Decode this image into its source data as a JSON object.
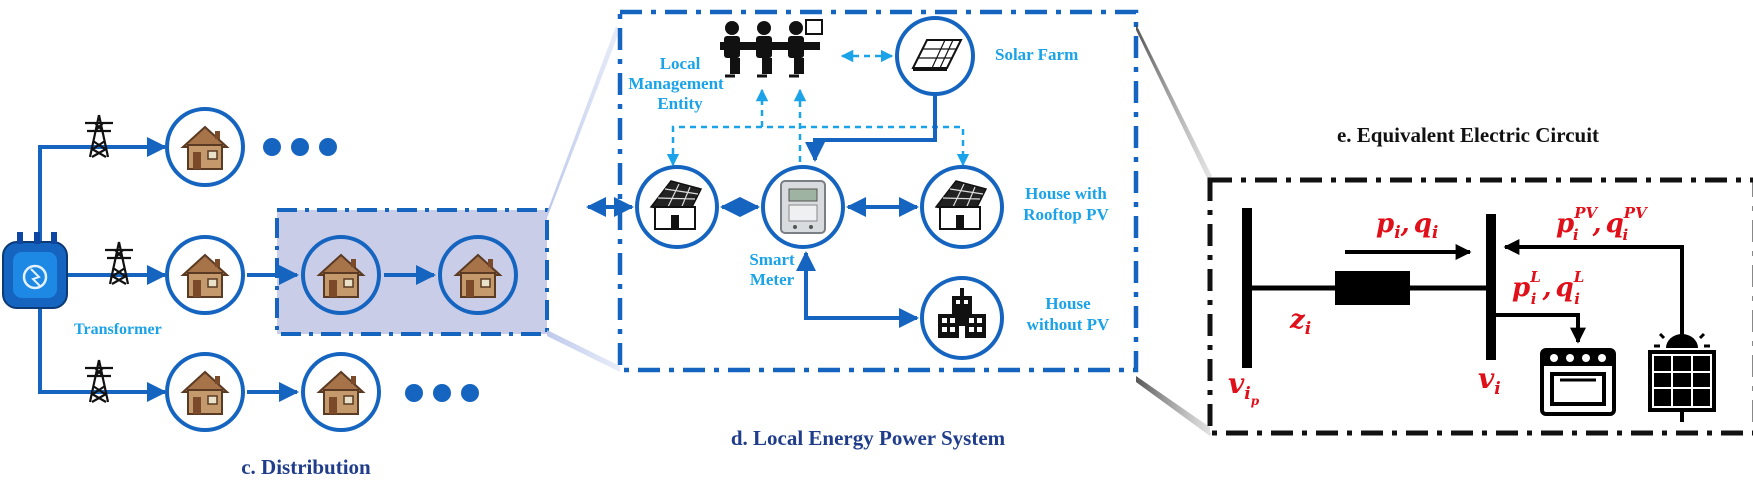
{
  "captions": {
    "distribution": "c. Distribution",
    "local_system": "d. Local Energy Power System",
    "circuit": "e. Equivalent Electric Circuit"
  },
  "labels": {
    "transformer": "Transformer",
    "local_management_line1": "Local",
    "local_management_line2": "Management",
    "local_management_line3": "Entity",
    "solar_farm": "Solar Farm",
    "smart_meter_line1": "Smart",
    "smart_meter_line2": "Meter",
    "house_pv_line1": "House with",
    "house_pv_line2": "Rooftop PV",
    "house_nopv_line1": "House",
    "house_nopv_line2": "without PV"
  },
  "math": {
    "p_i": "p",
    "q_i": "q",
    "sub_i": "i",
    "sep": ",",
    "z": "z",
    "v": "v",
    "sub_ip": "i",
    "sub_p": "p",
    "sup_PV": "PV",
    "sup_L": "L"
  },
  "colors": {
    "primary_blue": "#1565c0",
    "light_blue": "#1aa3e8",
    "caption_blue": "#1f3d8a",
    "highlight_fill": "#c9cde8",
    "math_red": "#e0101a"
  },
  "icons": [
    "transformer-icon",
    "pylon-icon",
    "house-icon",
    "ellipsis-icon",
    "people-at-desk-icon",
    "solar-panel-icon",
    "rooftop-pv-house-icon",
    "smart-meter-icon",
    "office-building-icon",
    "oven-icon",
    "streetlight-solar-icon"
  ]
}
